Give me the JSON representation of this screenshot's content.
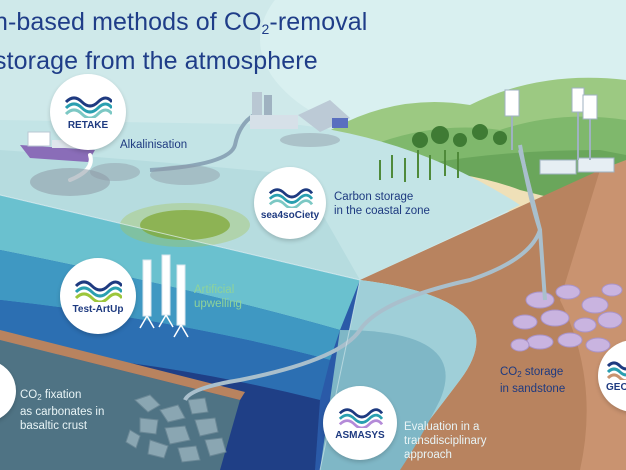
{
  "title": {
    "line1_prefix": "n-based methods of CO",
    "line1_sub": "2",
    "line1_suffix": "-removal",
    "line2": "storage from the atmosphere"
  },
  "projects": {
    "retake": "RETAKE",
    "sea4society": "sea4soCiety",
    "test_artup": "Test-ArtUp",
    "asmasys": "ASMASYS",
    "geo": "GEO"
  },
  "labels": {
    "alkalinisation": "Alkalinisation",
    "carbon_storage_line1": "Carbon storage",
    "carbon_storage_line2": "in the coastal zone",
    "artificial_line1": "Artificial",
    "artificial_line2": "upwelling",
    "co2_fix_prefix": "CO",
    "co2_fix_sub": "2",
    "co2_fix_suffix": " fixation",
    "co2_fix_line2": "as carbonates in",
    "co2_fix_line3": "basaltic crust",
    "co2_sand_prefix": "CO",
    "co2_sand_sub": "2",
    "co2_sand_suffix": " storage",
    "co2_sand_line2": "in sandstone",
    "eval_line1": "Evaluation in a",
    "eval_line2": "transdisciplinary",
    "eval_line3": "approach"
  },
  "colors": {
    "title": "#1f3d88",
    "sky": "#cfe9ea",
    "sea_surface": "#c3e4e6",
    "deep_sea": "#1f3f86",
    "sediment": "#b8835f",
    "land": "#8fc27a",
    "logo_wave_dark": "#1e3a80",
    "logo_wave_mid": "#2a9fb0",
    "logo_wave_light": "#7cc8c4"
  }
}
